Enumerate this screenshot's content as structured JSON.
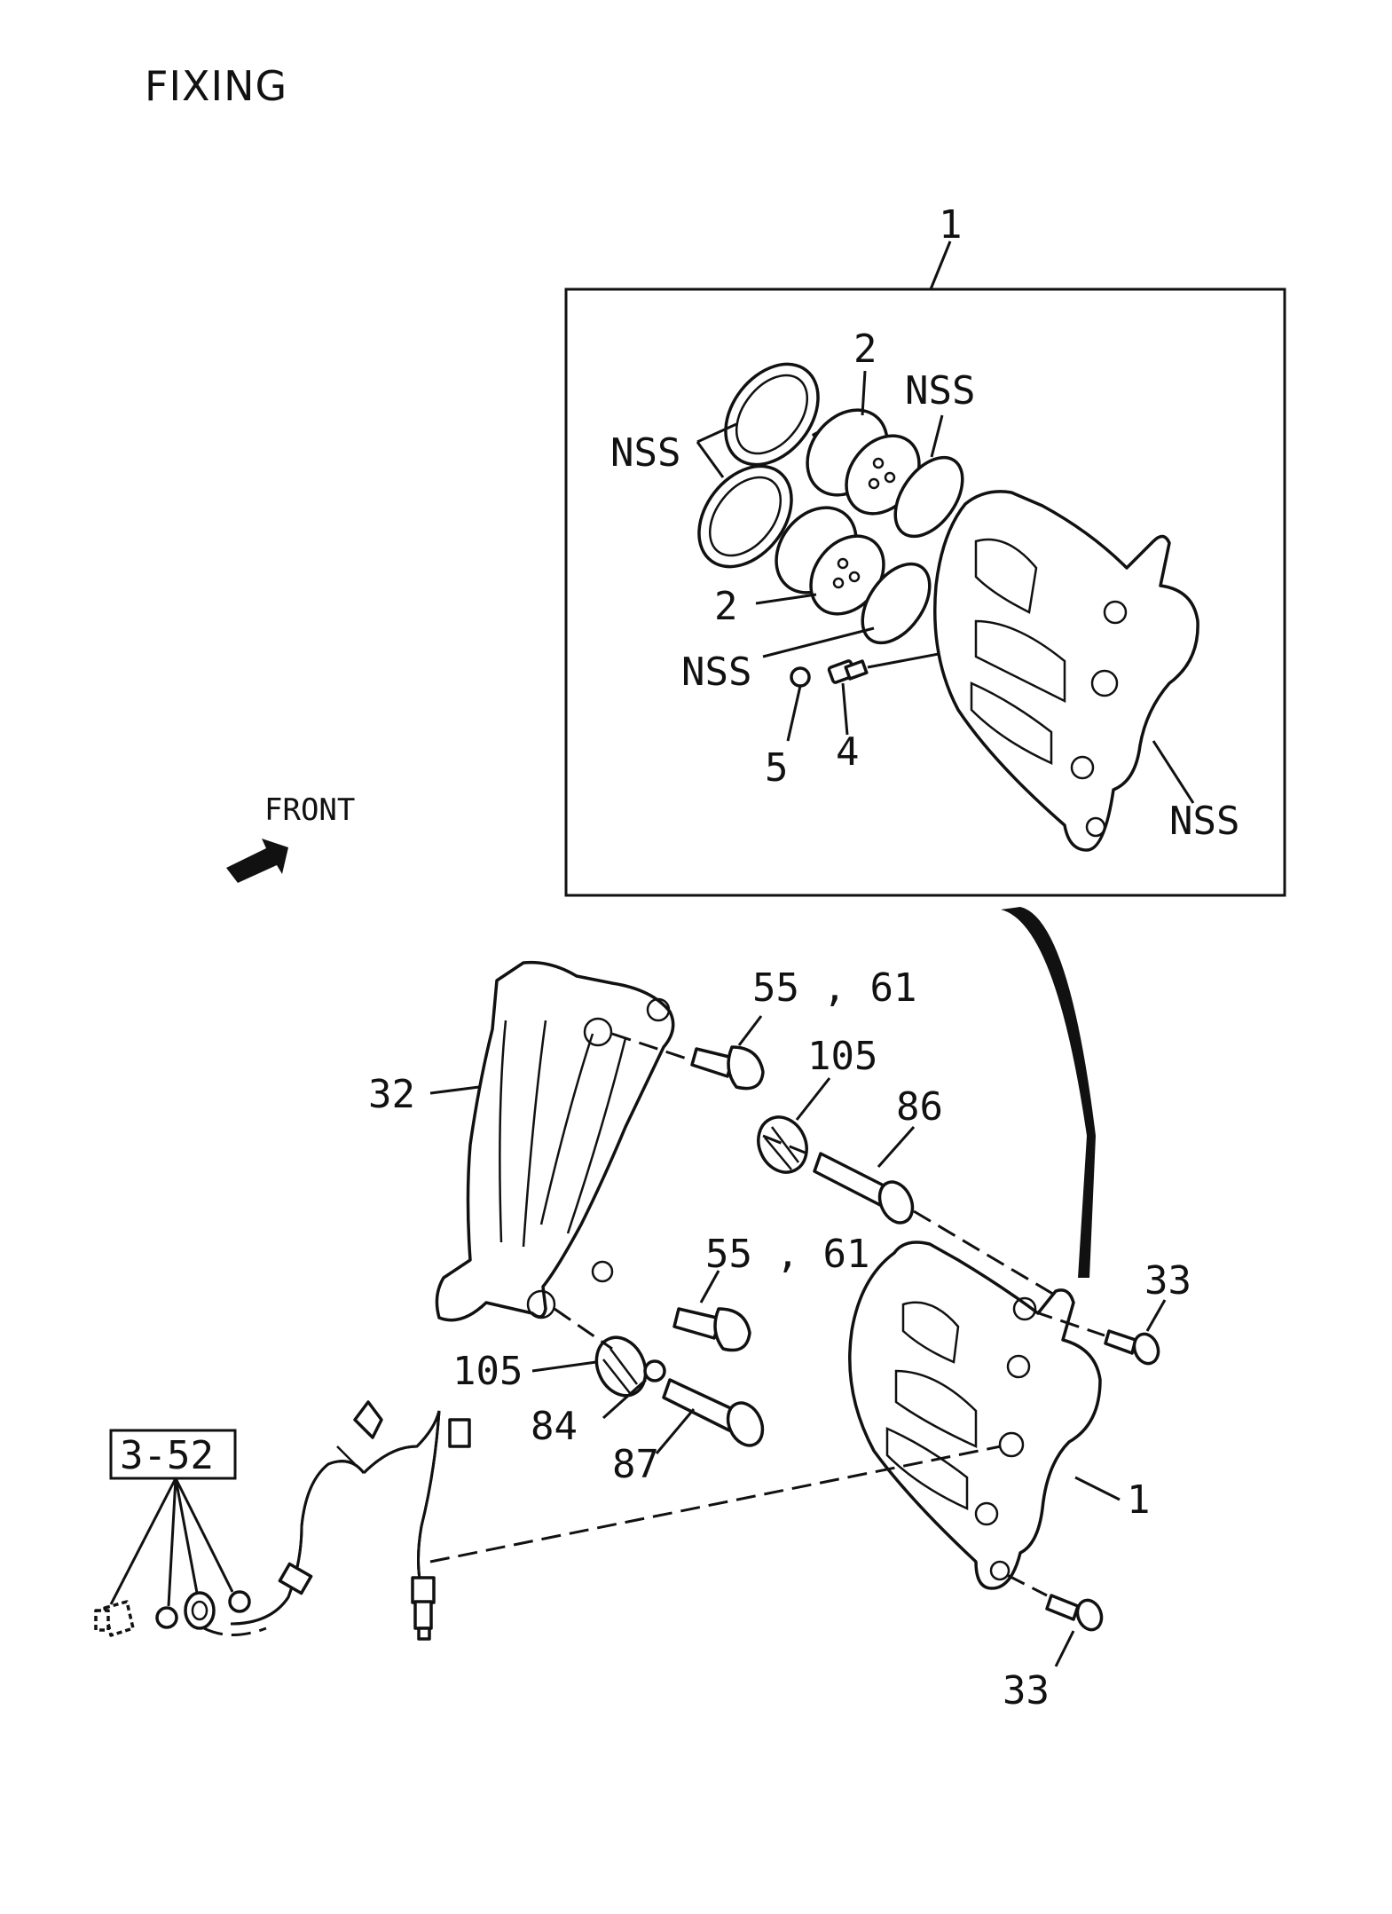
{
  "title": "FIXING",
  "orientation": {
    "label": "FRONT",
    "icon": "arrow-icon"
  },
  "reference": "3-52",
  "callouts": {
    "kit": "1",
    "piston_top": "2",
    "piston_bottom": "2",
    "nss_seals": "NSS",
    "nss_ring_top": "NSS",
    "nss_ring_bottom": "NSS",
    "nss_body": "NSS",
    "bleeder": "4",
    "cap": "5",
    "bolt_top": "55 , 61",
    "bolt_bottom": "55 , 61",
    "boot_top": "105",
    "boot_bottom": "105",
    "pin_top": "86",
    "pin_bottom": "87",
    "bushing": "84",
    "bracket": "32",
    "bolt_right_top": "33",
    "bolt_right_bottom": "33",
    "caliper": "1"
  }
}
